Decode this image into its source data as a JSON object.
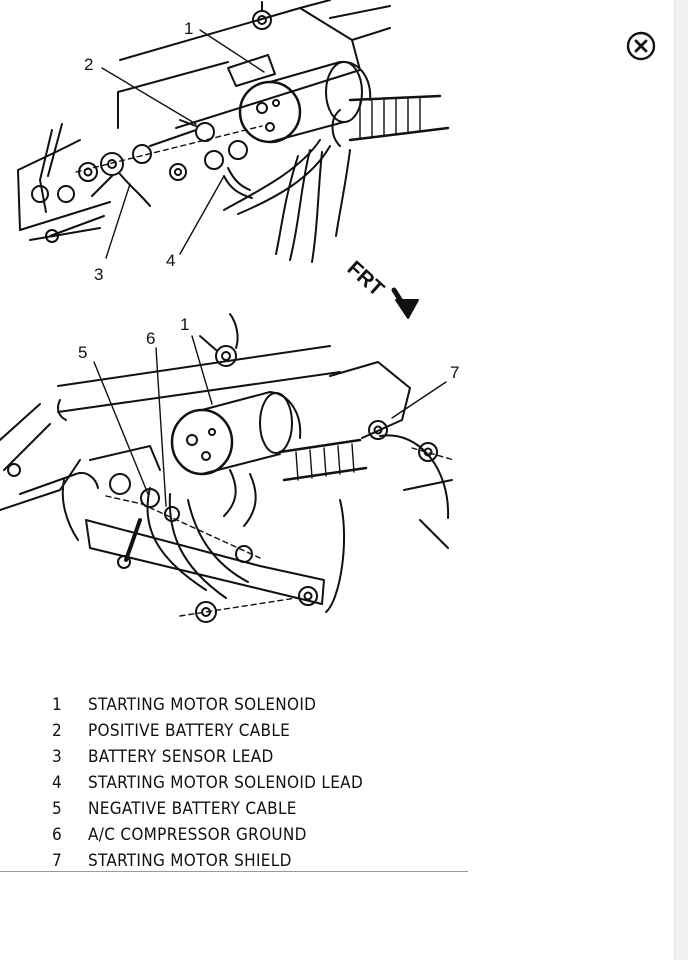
{
  "close_icon": "circled-x-icon",
  "diagram": {
    "top_callouts": [
      "1",
      "2",
      "3",
      "4"
    ],
    "bottom_callouts": [
      "1",
      "5",
      "6",
      "7"
    ],
    "front_marker": "FRT"
  },
  "legend": [
    {
      "num": "1",
      "text": "STARTING MOTOR SOLENOID"
    },
    {
      "num": "2",
      "text": "POSITIVE BATTERY CABLE"
    },
    {
      "num": "3",
      "text": "BATTERY SENSOR LEAD"
    },
    {
      "num": "4",
      "text": "STARTING MOTOR SOLENOID LEAD"
    },
    {
      "num": "5",
      "text": "NEGATIVE BATTERY CABLE"
    },
    {
      "num": "6",
      "text": "A/C COMPRESSOR GROUND"
    },
    {
      "num": "7",
      "text": "STARTING MOTOR SHIELD"
    }
  ]
}
